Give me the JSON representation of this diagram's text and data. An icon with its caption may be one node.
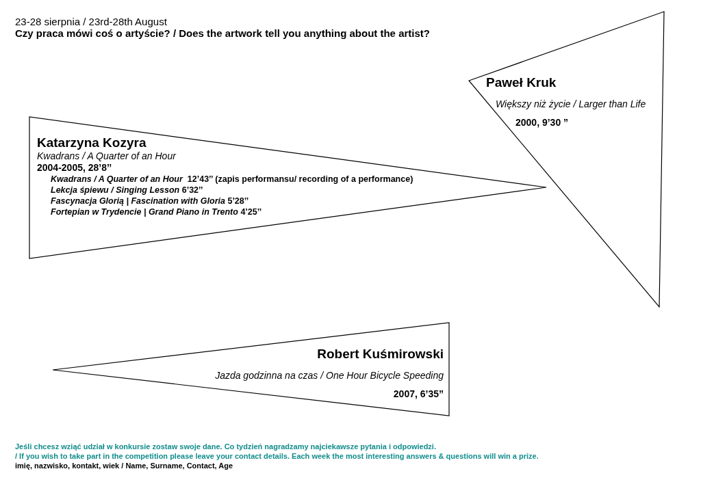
{
  "diagram": {
    "title": "Czy praca mówi coś o artyście? / Does the artwork tell you anything about the artist?",
    "nodes": [
      {
        "text": [
          "Paweł Kruk",
          "Większy niż życie / Larger than Life",
          "2000, 9’30 ”"
        ]
      },
      {
        "text": [
          "Katarzyna Kozyra",
          "Kwadrans / A Quarter of an Hour",
          "2004-2005, 28’8’’",
          "*Kwadrans / A Quarter of an Hour*  12’43’’ (zapis performansu/ recording of a performance)",
          "*Lekcja śpiewu / Singing Lesson* 6’32’’",
          "*Fascynacja Glorią | Fascination with Gloria* 5’28’’",
          "*Fortepian w Trydencie | Grand Piano in Trento* 4’25’’"
        ]
      },
      {
        "text": [
          "Robert Kuśmirowski",
          "Jazda godzinna na czas / One Hour Bicycle Speeding",
          "2007, 6’35”"
        ]
      }
    ],
    "labels": [
      "23-28 sierpnia / 23rd-28th August",
      "Jeśli chcesz wziąć udział w konkursie zostaw swoje dane. Co tydzień nagradzamy najciekawsze pytania i odpowiedzi.",
      "/ If you wish to take part in the competition please leave your contact details. Each week the most interesting answers & questions will win a prize.",
      "imię, nazwisko, kontakt, wiek / Name, Surname, Contact, Age"
    ]
  }
}
